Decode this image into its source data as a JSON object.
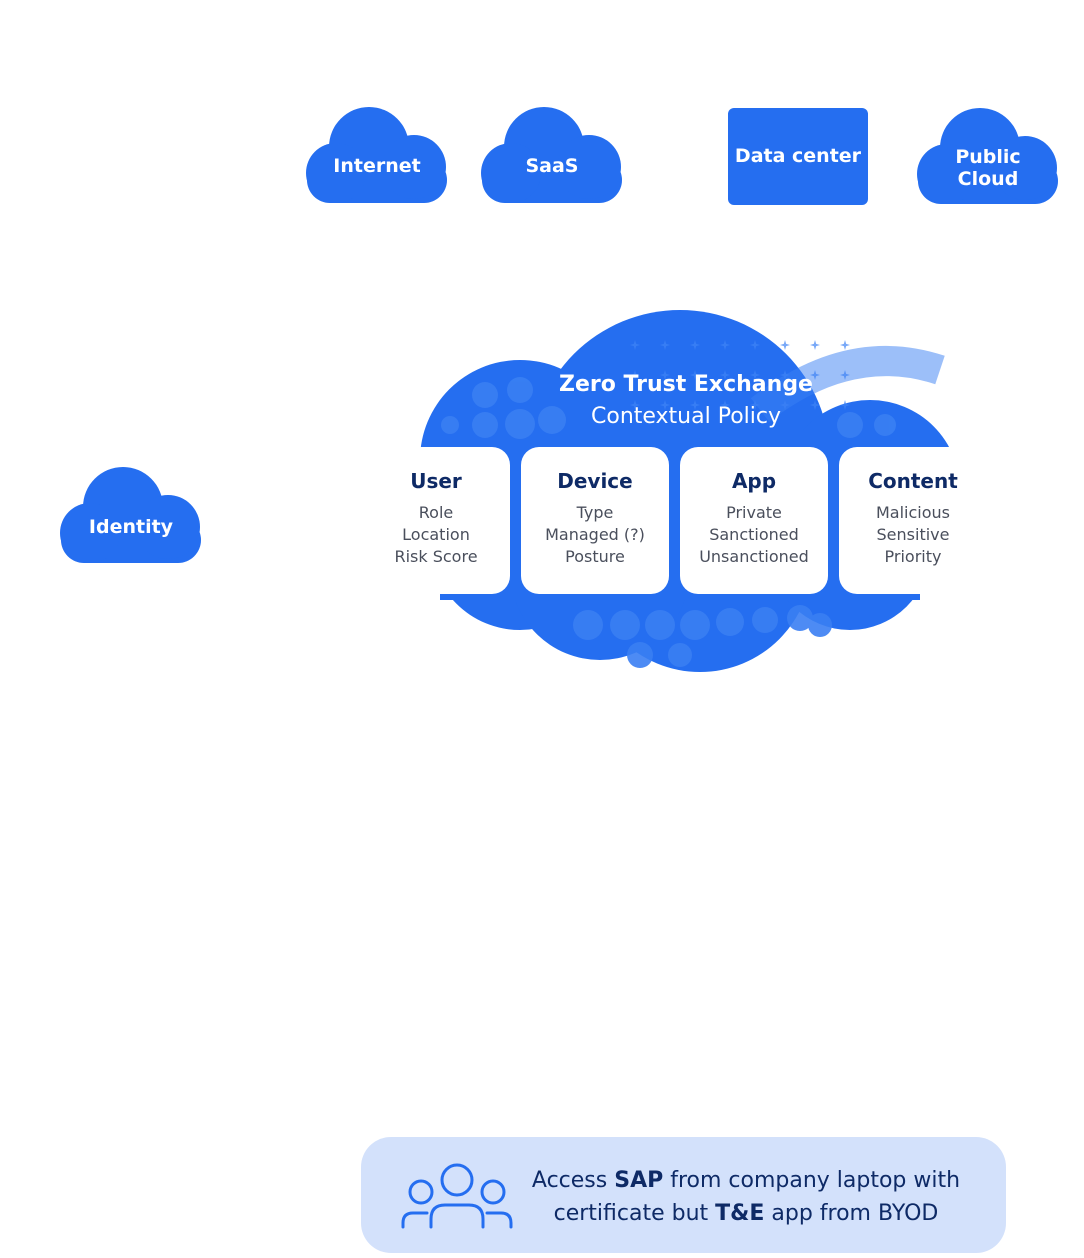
{
  "clouds": {
    "internet": "Internet",
    "saas": "SaaS",
    "data_center": "Data center",
    "public_cloud_line1": "Public",
    "public_cloud_line2": "Cloud",
    "identity": "Identity"
  },
  "zte": {
    "title": "Zero Trust Exchange",
    "subtitle": "Contextual Policy"
  },
  "cards": [
    {
      "title": "User",
      "items": [
        "Role",
        "Location",
        "Risk Score"
      ]
    },
    {
      "title": "Device",
      "items": [
        "Type",
        "Managed (?)",
        "Posture"
      ]
    },
    {
      "title": "App",
      "items": [
        "Private",
        "Sanctioned",
        "Unsanctioned"
      ]
    },
    {
      "title": "Content",
      "items": [
        "Malicious",
        "Sensitive",
        "Priority"
      ]
    }
  ],
  "banner": {
    "icon": "users-icon",
    "part1": "Access ",
    "bold1": "SAP",
    "part2": " from company laptop with certificate but ",
    "bold2": "T&E",
    "part3": " app from BYOD"
  },
  "colors": {
    "brand_blue": "#256ef0",
    "dark_navy": "#0e2a66",
    "banner_bg": "#d3e1fb"
  }
}
